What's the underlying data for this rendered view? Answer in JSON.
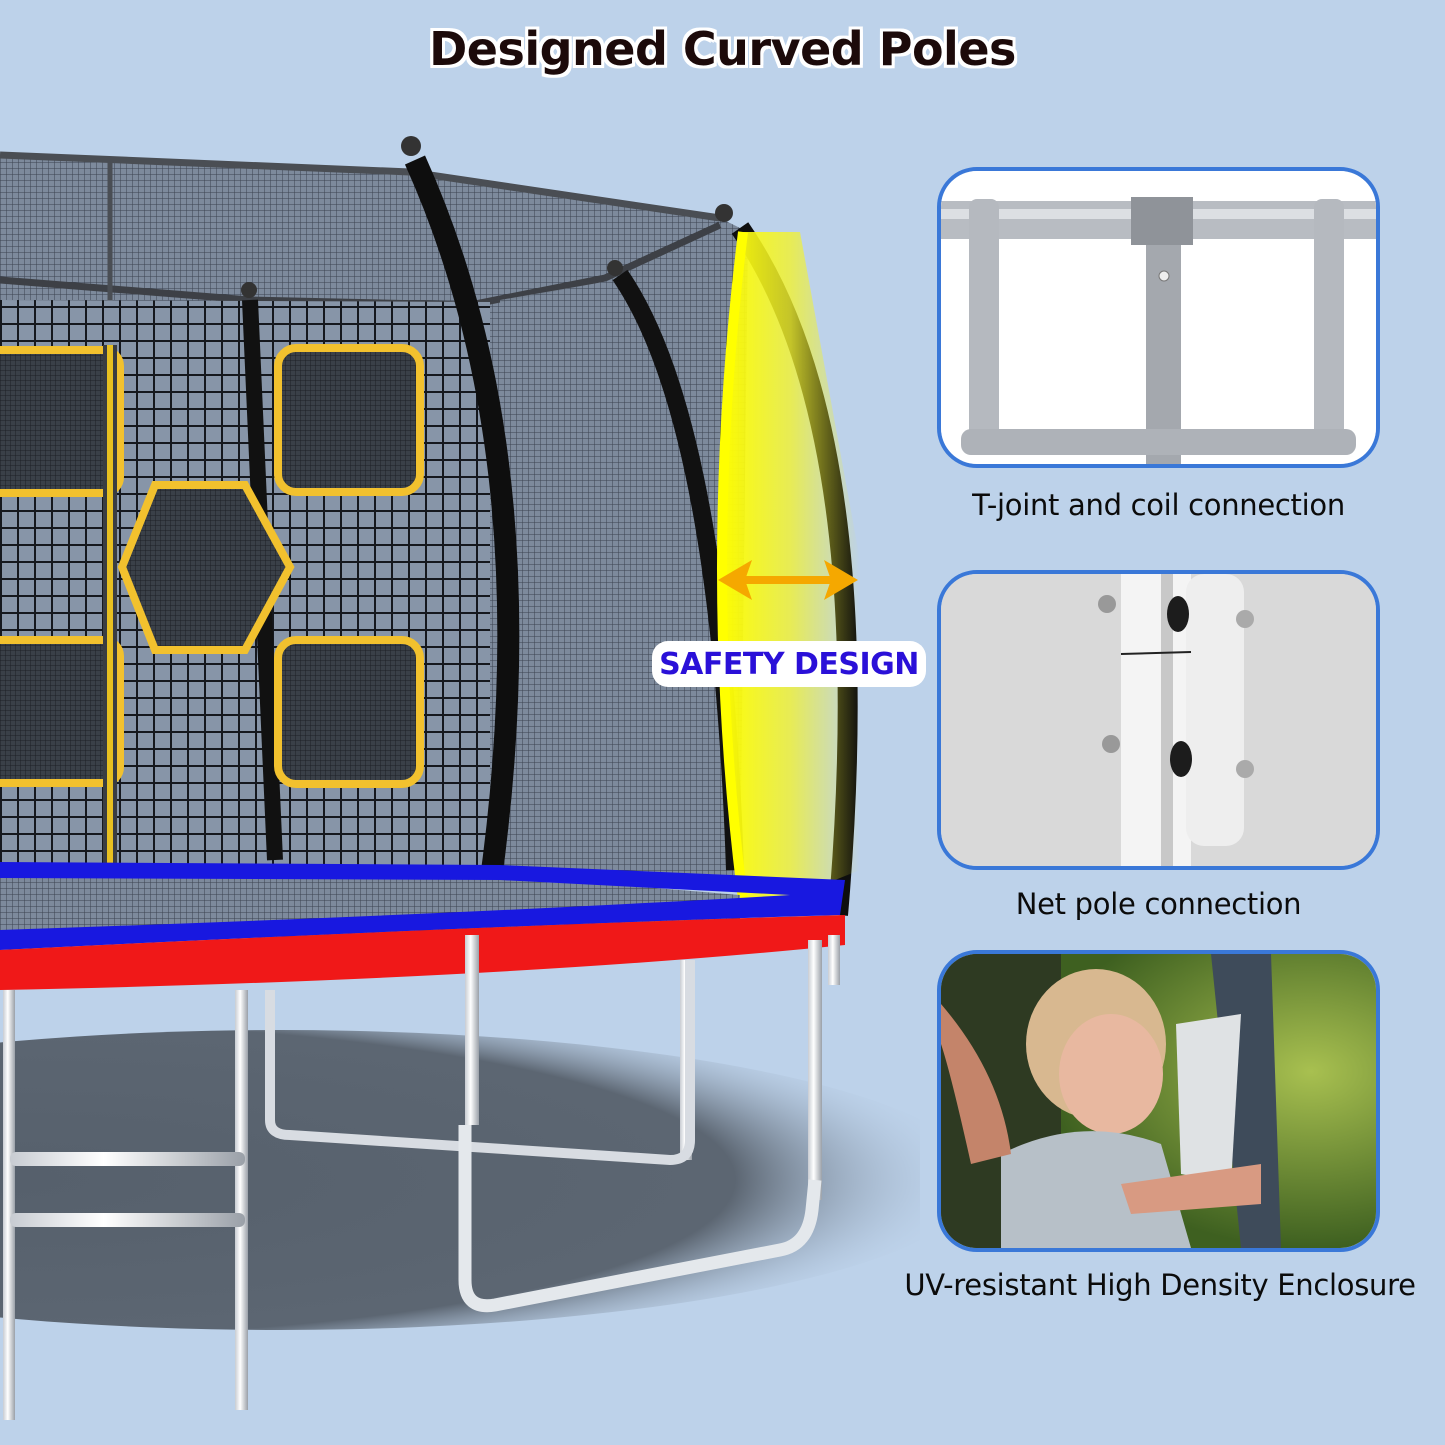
{
  "headline": "Designed Curved Poles",
  "callout": {
    "label": "SAFETY DESIGN",
    "arrow_icon": "double-arrow-horizontal",
    "arrow_color": "#f5a800",
    "highlight_color": "#ffff00",
    "text_color": "#2a10d8"
  },
  "features": [
    {
      "caption": "T-joint and coil connection",
      "image": "galvanized steel frame T-joint with coil connector"
    },
    {
      "caption": "Net pole connection",
      "image": "chrome net pole with bolted connection"
    },
    {
      "caption": "UV-resistant High Density Enclosure",
      "image": "toddler holding trampoline safety net outdoors"
    }
  ],
  "product": {
    "type": "trampoline",
    "colors": {
      "pad_top": "#1818e0",
      "pad_side": "#f01818",
      "poles": "#111111",
      "net_frames": "#f2c12e",
      "background": "#bdd2ea",
      "panel_border": "#3a78d8"
    },
    "target_shapes": [
      "square",
      "hexagon",
      "square",
      "square",
      "square"
    ]
  }
}
